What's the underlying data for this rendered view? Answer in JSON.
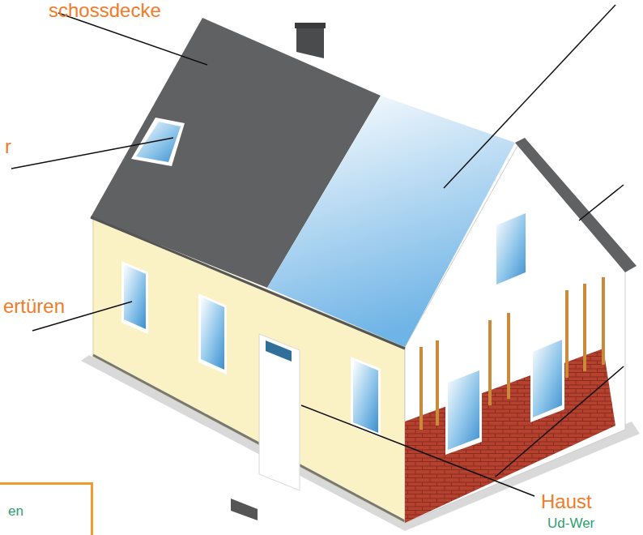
{
  "diagram": {
    "nodes": [
      {
        "text": [
          "en"
        ]
      }
    ],
    "labels": [
      "schossdecke",
      "r",
      "ertüren",
      "Haust",
      "Ud-Wer"
    ]
  }
}
